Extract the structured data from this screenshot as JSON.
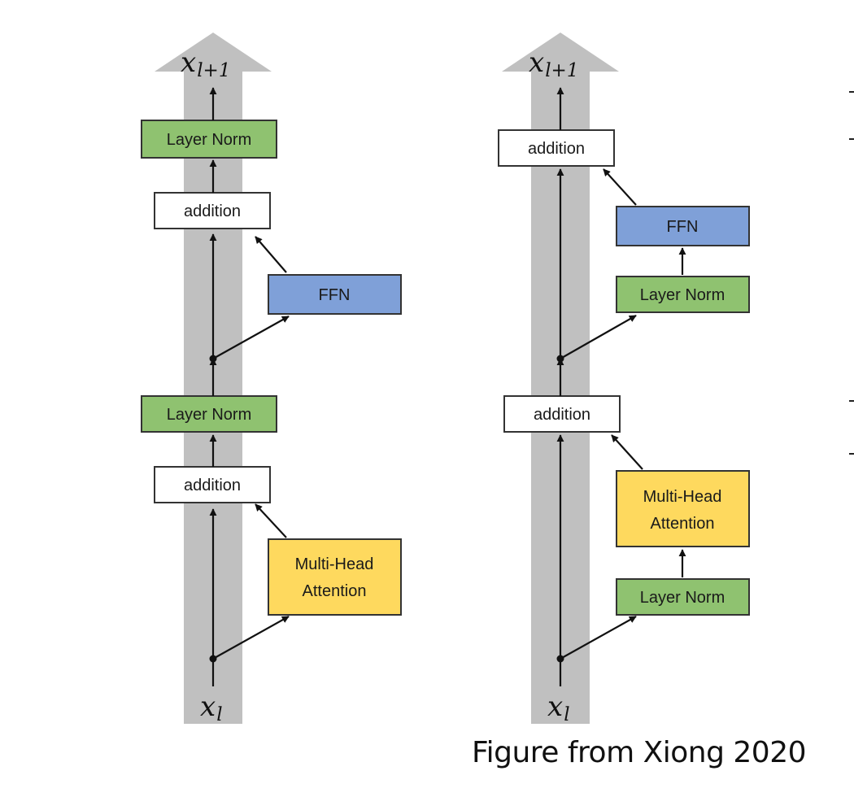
{
  "colors": {
    "residual_stream": "#c0c0c0",
    "layer_norm": "#8fc270",
    "ffn": "#7fa0d8",
    "attention": "#fed95e",
    "addition": "#ffffff",
    "border": "#333333"
  },
  "left": {
    "output_label": {
      "base": "x",
      "sub": "l+1"
    },
    "input_label": {
      "base": "x",
      "sub": "l"
    },
    "top_layer_norm": "Layer Norm",
    "top_addition": "addition",
    "ffn": "FFN",
    "mid_layer_norm": "Layer Norm",
    "bottom_addition": "addition",
    "attention": [
      "Multi-Head",
      "Attention"
    ]
  },
  "right": {
    "output_label": {
      "base": "x",
      "sub": "l+1"
    },
    "input_label": {
      "base": "x",
      "sub": "l"
    },
    "top_addition": "addition",
    "ffn": "FFN",
    "ffn_layer_norm": "Layer Norm",
    "mid_addition": "addition",
    "attention": [
      "Multi-Head",
      "Attention"
    ],
    "attn_layer_norm": "Layer Norm"
  },
  "caption": "Figure from Xiong 2020"
}
